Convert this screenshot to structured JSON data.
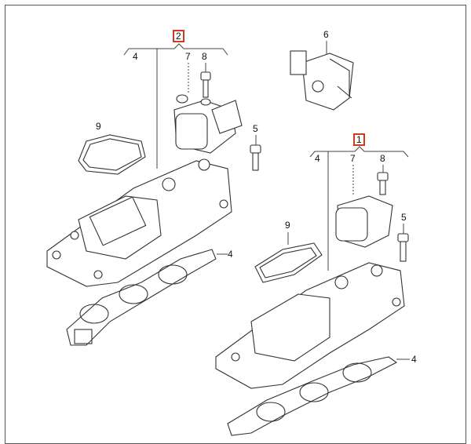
{
  "diagram": {
    "assembly_left": {
      "callout": "2",
      "labels": {
        "bracket_left": "4",
        "sensor": "7",
        "bolt": "8",
        "gasket_top": "9",
        "bolt_side": "5",
        "gasket_bottom": "4"
      }
    },
    "assembly_right": {
      "callout": "1",
      "labels": {
        "bracket_left": "4",
        "sensor": "7",
        "bolt": "8",
        "gasket_top": "9",
        "bolt_side": "5",
        "gasket_bottom": "4"
      }
    },
    "actuator_label": "6",
    "colors": {
      "callout_border": "#d23a1e",
      "line": "#333333"
    }
  }
}
